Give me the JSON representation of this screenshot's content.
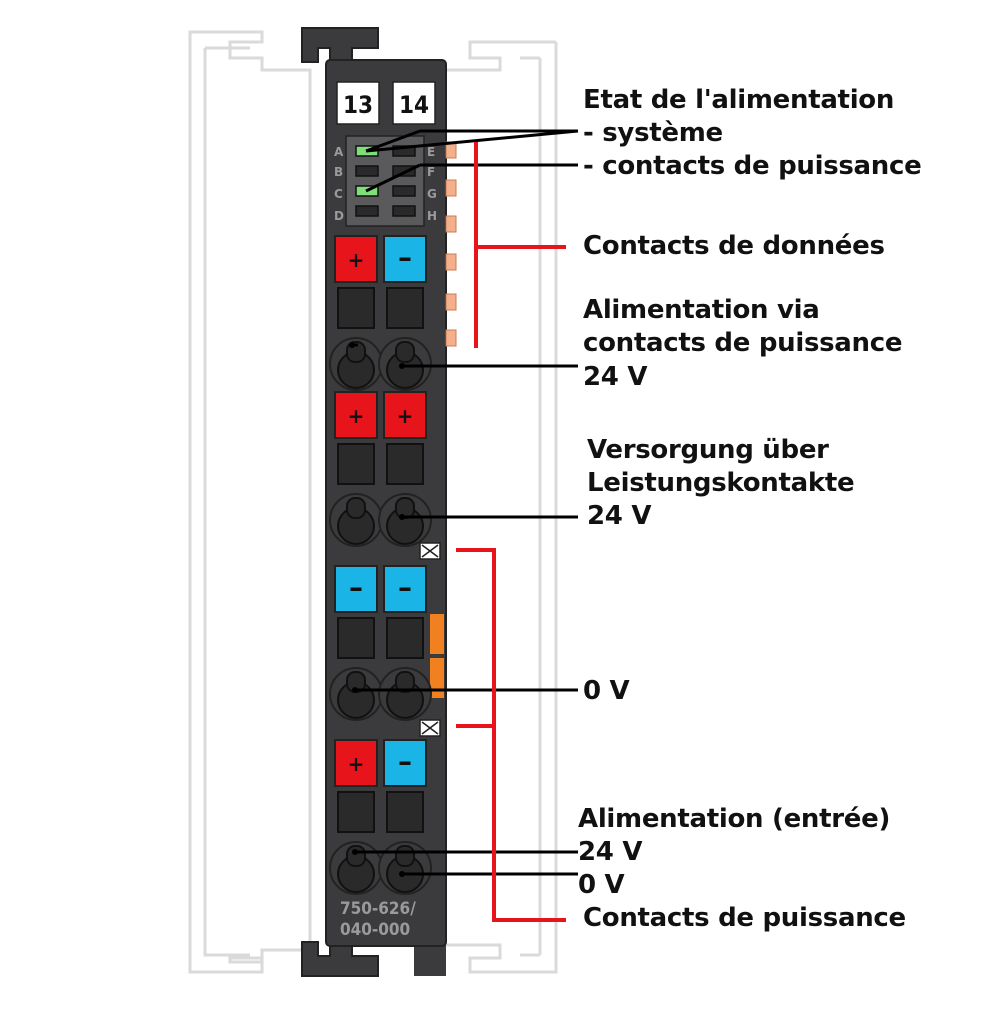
{
  "module": {
    "slot_numbers": [
      "13",
      "14"
    ],
    "led_letters_left": [
      "A",
      "B",
      "C",
      "D"
    ],
    "led_letters_right": [
      "E",
      "F",
      "G",
      "H"
    ],
    "part_number_line1": "750-626/",
    "part_number_line2": "040-000",
    "terminal_rows": [
      {
        "left": "+",
        "right": "–",
        "left_color": "#e8141c",
        "right_color": "#1ab4e6"
      },
      {
        "left": "+",
        "right": "+",
        "left_color": "#e8141c",
        "right_color": "#e8141c"
      },
      {
        "left": "–",
        "right": "–",
        "left_color": "#1ab4e6",
        "right_color": "#1ab4e6"
      },
      {
        "left": "+",
        "right": "–",
        "left_color": "#e8141c",
        "right_color": "#1ab4e6"
      }
    ],
    "led_color": "#7fe07a",
    "housing_color": "#3b3b3d"
  },
  "labels": {
    "status_title": "Etat de l'alimentation",
    "status_system": "- système",
    "status_power_contacts": "- contacts de puissance",
    "data_contacts": "Contacts de données",
    "supply_via_1": "Alimentation via",
    "supply_via_2": "contacts de puissance",
    "supply_via_3": "24 V",
    "versorgung_1": "Versorgung über",
    "versorgung_2": "Leistungskontakte",
    "versorgung_3": "24 V",
    "zero_v": "0 V",
    "input_title": "Alimentation (entrée)",
    "input_24v": "24 V",
    "input_0v": "0 V",
    "power_contacts": "Contacts de puissance"
  },
  "colors": {
    "callout_red": "#e8141c",
    "leader_black": "#000000",
    "rail_outline": "#d9d9d9",
    "side_contacts": "#f3b08a",
    "orange_bar": "#f08020"
  }
}
